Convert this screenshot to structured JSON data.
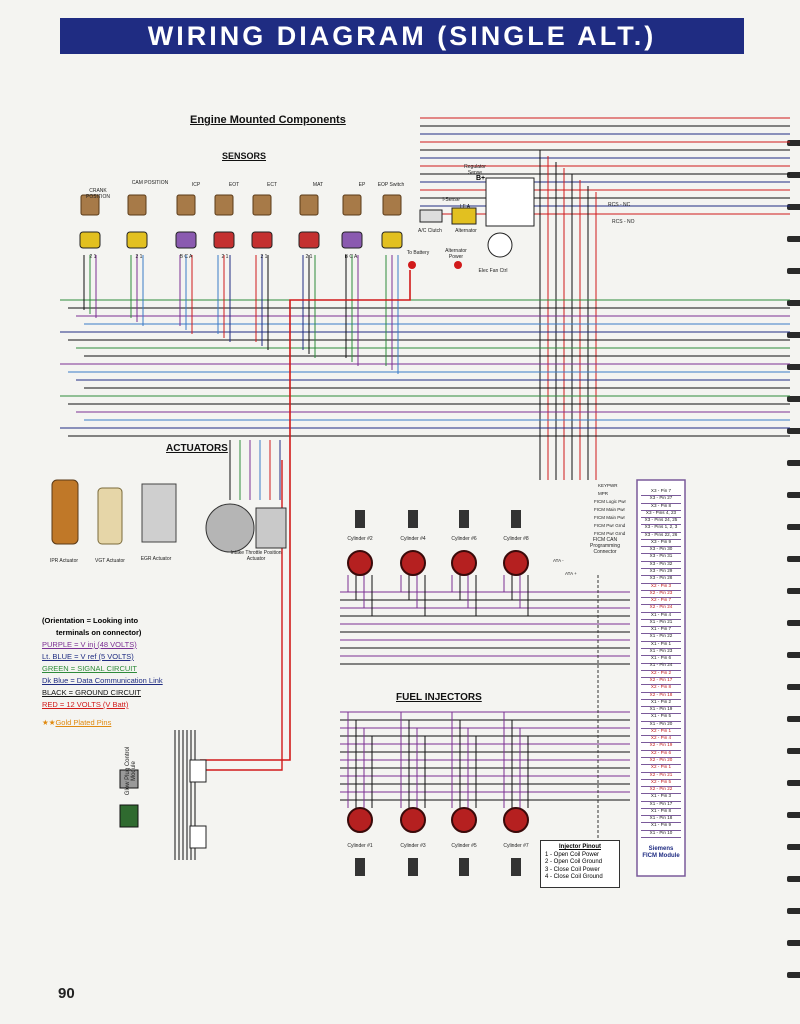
{
  "title": "WIRING DIAGRAM (SINGLE ALT.)",
  "page_number": "90",
  "sections": {
    "engine_mounted": "Engine Mounted Components",
    "sensors": "SENSORS",
    "actuators": "ACTUATORS",
    "fuel_injectors": "FUEL INJECTORS"
  },
  "sensors": [
    {
      "label": "CRANK POSITION",
      "pins": "2 1"
    },
    {
      "label": "CAM POSITION",
      "pins": "2 1"
    },
    {
      "label": "ICP",
      "pins": "B C A"
    },
    {
      "label": "EOT",
      "pins": "2 1"
    },
    {
      "label": "ECT",
      "pins": "2 1"
    },
    {
      "label": "MAT",
      "pins": "2 1"
    },
    {
      "label": "EP",
      "pins": "B C A"
    },
    {
      "label": "EOP Switch",
      "pins": ""
    }
  ],
  "components": {
    "ac_clutch": "A/C Clutch",
    "alternator": "Alternator",
    "i_sense": "I-Sense",
    "alt_pins": "I F A",
    "regulator_sense": "Regulator Sense",
    "b_plus": "B+",
    "to_battery": "To Battery",
    "alternator_power": "Alternator Power",
    "elec_fan_ctrl": "Elec Fan Ctrl",
    "rcs_nc": "RCS - NC",
    "rcs_no": "RCS - NO",
    "ficm_can": "FICM CAN Programming Connector",
    "ata_minus": "ATA -",
    "ata_plus": "ATA +",
    "glow_plug": "Glow Plug Control Module",
    "ficm_name": "Siemens FICM Module"
  },
  "actuators": [
    {
      "label": "IPR Actuator"
    },
    {
      "label": "VGT Actuator"
    },
    {
      "label": "EGR Actuator"
    },
    {
      "label": "Intake Throttle Position Actuator"
    }
  ],
  "cylinders_top": [
    "Cylinder #2",
    "Cylinder #4",
    "Cylinder #6",
    "Cylinder #8"
  ],
  "cylinders_bottom": [
    "Cylinder #1",
    "Cylinder #3",
    "Cylinder #5",
    "Cylinder #7"
  ],
  "ficm_feeds": [
    "KEYPWR",
    "MPR",
    "FICM Logic Pwr",
    "FICM Main Pwr",
    "FICM Main Pwr",
    "FICM Pwr Grnd",
    "FICM Pwr Grnd"
  ],
  "ficm_pins": [
    "X3 - Pin 7",
    "X3 - Pin 27",
    "X3 - Pin 8",
    "X3 - Pins 4, 23",
    "X3 - Pins 24, 25",
    "X3 - Pins 1, 2, 3",
    "X3 - Pins 22, 26",
    "X3 - Pin 9",
    "X3 - Pin 30",
    "X3 - Pin 31",
    "X3 - Pin 32",
    "X3 - Pin 29",
    "X3 - Pin 28",
    "X2 - Pin 3",
    "X2 - Pin 23",
    "X2 - Pin 7",
    "X2 - Pin 24",
    "X1 - Pin 4",
    "X1 - Pin 21",
    "X1 - Pin 7",
    "X1 - Pin 22",
    "X1 - Pin 1",
    "X1 - Pin 23",
    "X1 - Pin 6",
    "X1 - Pin 24",
    "X2 - Pin 2",
    "X2 - Pin 17",
    "X2 - Pin 8",
    "X2 - Pin 18",
    "X1 - Pin 2",
    "X1 - Pin 19",
    "X1 - Pin 5",
    "X1 - Pin 20",
    "X2 - Pin 1",
    "X2 - Pin 4",
    "X2 - Pin 19",
    "X2 - Pin 6",
    "X2 - Pin 20",
    "X2 - Pin 1",
    "X2 - Pin 21",
    "X2 - Pin 5",
    "X2 - Pin 22",
    "X1 - Pin 3",
    "X1 - Pin 17",
    "X1 - Pin 8",
    "X1 - Pin 18",
    "X1 - Pin 9",
    "X1 - Pin 10"
  ],
  "red_pin_indices": [
    13,
    14,
    15,
    16,
    25,
    26,
    27,
    28,
    33,
    34,
    35,
    36,
    37,
    38,
    39,
    40,
    41
  ],
  "legend": {
    "orientation_1": "(Orientation = Looking into",
    "orientation_2": "terminals on connector)",
    "purple": "PURPLE = V inj (48 VOLTS)",
    "lt_blue": "Lt. BLUE = V ref (5 VOLTS)",
    "green": "GREEN = SIGNAL CIRCUIT",
    "dk_blue": "Dk Blue = Data Communication Link",
    "black": "BLACK = GROUND CIRCUIT",
    "red": "RED = 12 VOLTS (V Batt)",
    "gold": "Gold Plated Pins"
  },
  "injector_pinout": {
    "title": "Injector Pinout",
    "lines": [
      "1 - Open Coil Power",
      "2 - Open Coil Ground",
      "3 - Close Coil Power",
      "4 - Close Coil Ground"
    ]
  },
  "colors": {
    "title_bg": "#1f2c82",
    "purple": "#7b2f93",
    "lt_blue": "#3a7bc8",
    "green": "#2e8b3a",
    "dk_blue": "#1f2c82",
    "black": "#111111",
    "red": "#d11a1a",
    "gold": "#e08a10"
  }
}
